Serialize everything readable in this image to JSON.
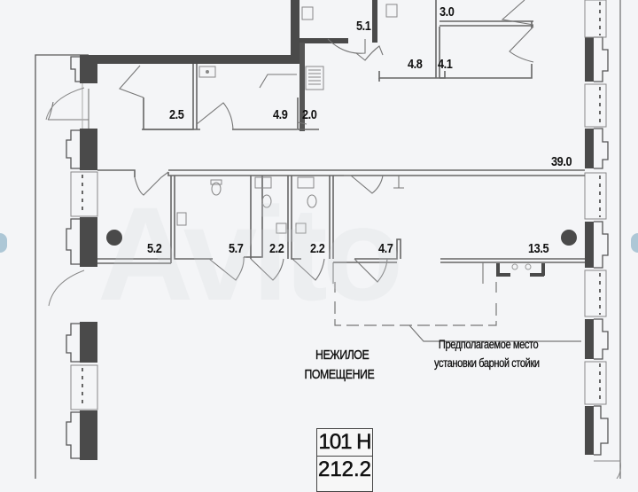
{
  "plan": {
    "title_line1": "НЕЖИЛОЕ",
    "title_line2": "ПОМЕЩЕНИЕ",
    "unit_number": "101 Н",
    "unit_area": "212.2",
    "bar_note_line1": "Предполагаемое место",
    "bar_note_line2": "установки барной стойки",
    "watermark": "Avito",
    "room_areas": {
      "r_5_1": "5.1",
      "r_3_0": "3.0",
      "r_4_8": "4.8",
      "r_4_1": "4.1",
      "r_2_5": "2.5",
      "r_4_9": "4.9",
      "r_2_0": "2.0",
      "r_39_0": "39.0",
      "r_5_2": "5.2",
      "r_5_7": "5.7",
      "r_2_2a": "2.2",
      "r_2_2b": "2.2",
      "r_4_7": "4.7",
      "r_13_5": "13.5"
    },
    "colors": {
      "background": "#f4f5f7",
      "wall_dark": "#4a4a4a",
      "wall_line": "#6a6a6a",
      "text": "#111111"
    }
  }
}
